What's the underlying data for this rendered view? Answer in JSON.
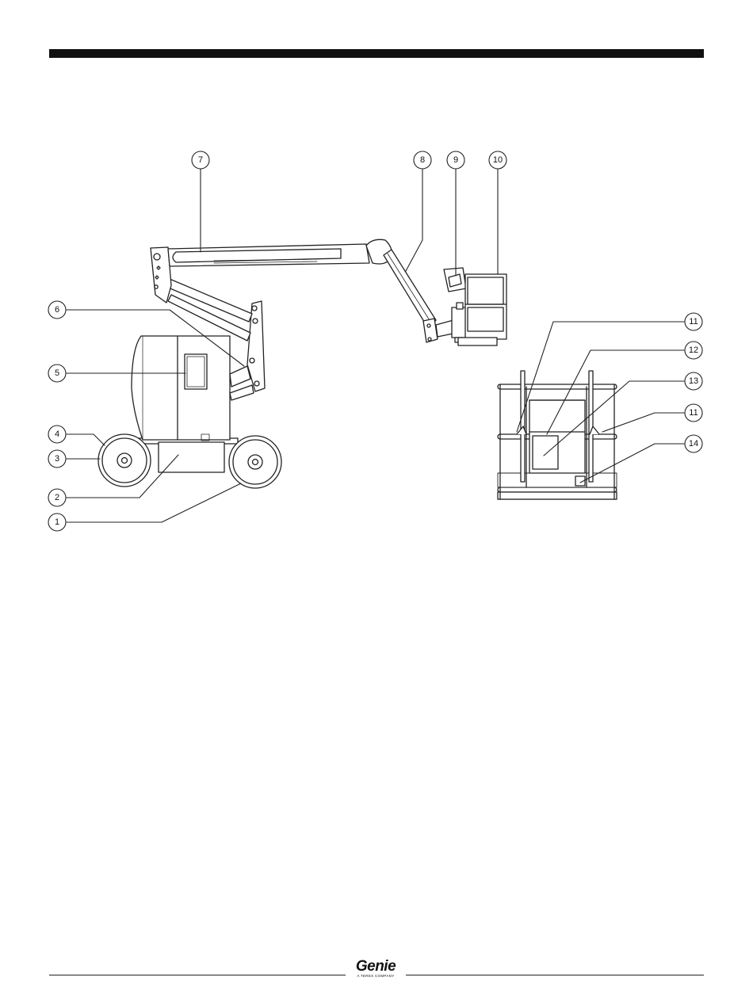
{
  "header": {
    "rule_color": "#111111"
  },
  "callouts": [
    "1",
    "2",
    "3",
    "4",
    "5",
    "6",
    "7",
    "8",
    "9",
    "10",
    "11",
    "12",
    "13",
    "11",
    "14"
  ],
  "footer": {
    "logo": {
      "word": "Genie",
      "tagline": "A TEREX COMPANY"
    }
  }
}
